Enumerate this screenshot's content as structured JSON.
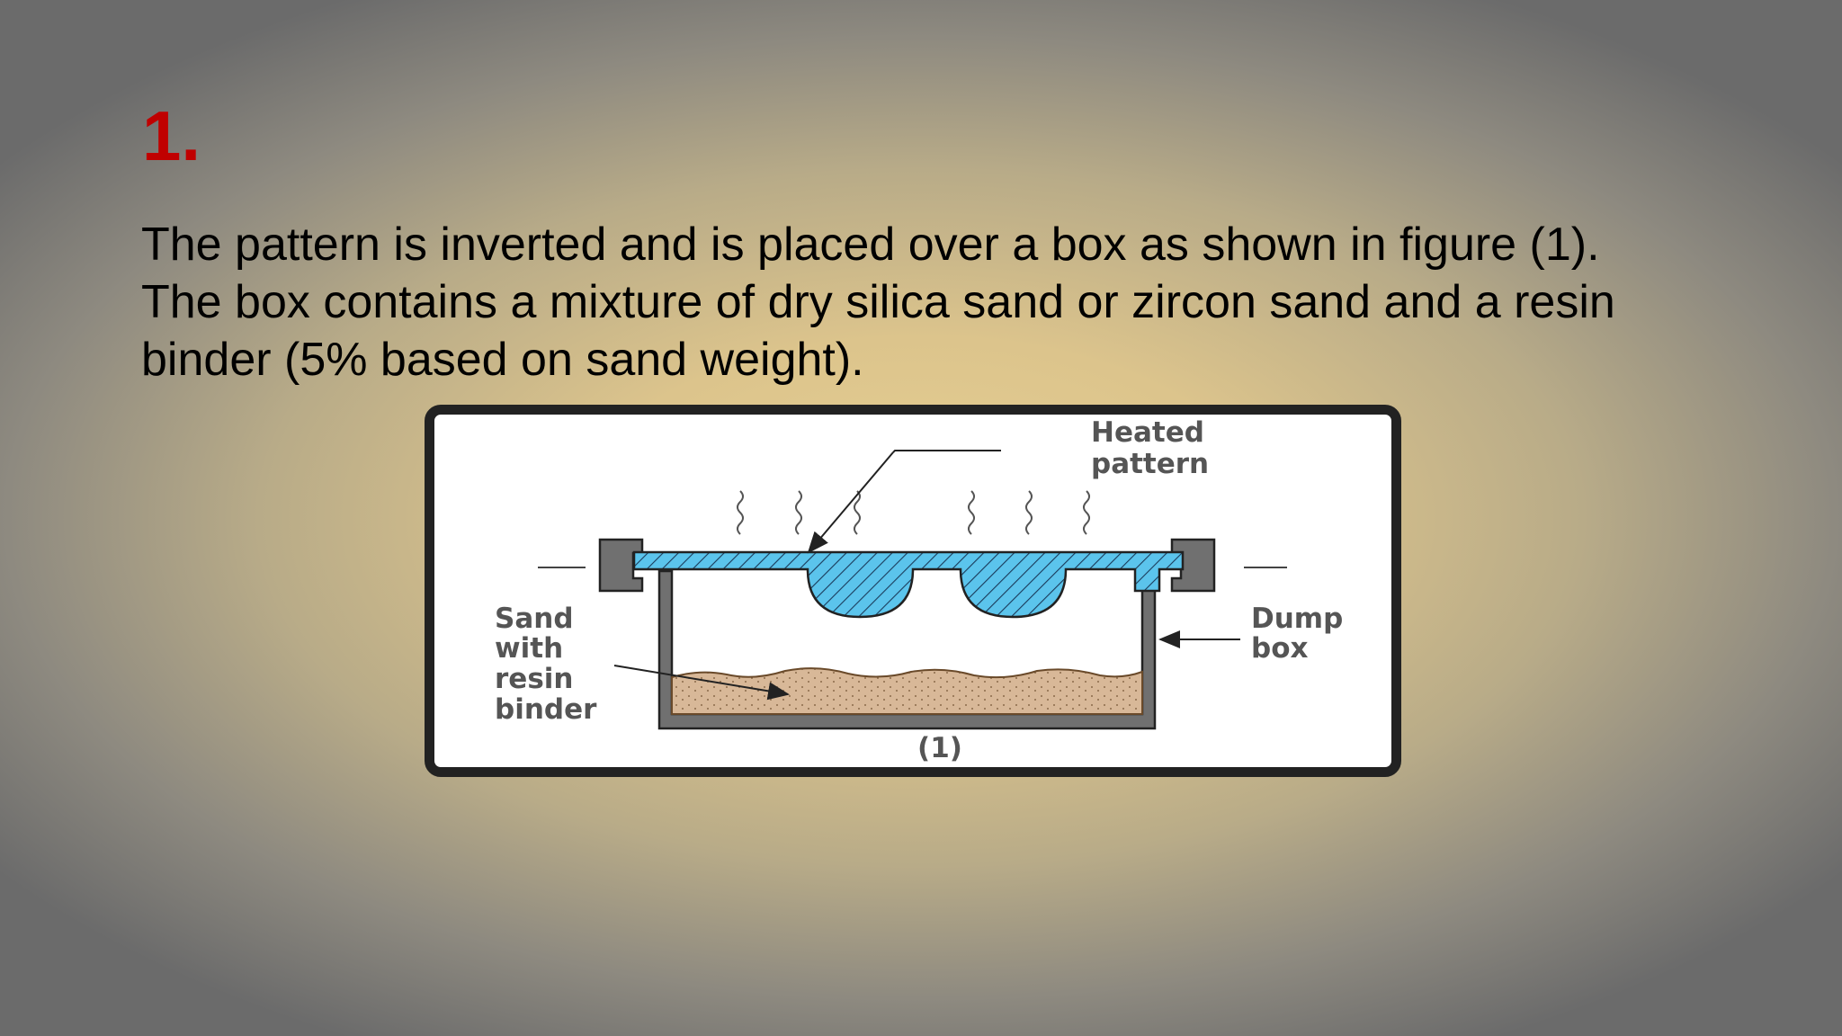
{
  "slide": {
    "number": "1.",
    "paragraph_lines": [
      "The pattern is inverted and is placed over a box as shown in figure (1).",
      "The box contains a mixture of dry silica sand or zircon sand and a resin",
      "binder (5% based on sand weight)."
    ]
  },
  "figure": {
    "label_heated_line1": "Heated",
    "label_heated_line2": "pattern",
    "label_sand_line1": "Sand",
    "label_sand_line2": "with",
    "label_sand_line3": "resin",
    "label_sand_line4": "binder",
    "label_dump_line1": "Dump",
    "label_dump_line2": "box",
    "caption": "(1)",
    "colors": {
      "pattern": "#5bc4ec",
      "sand": "#d8b898",
      "box_wall": "#707070"
    }
  }
}
